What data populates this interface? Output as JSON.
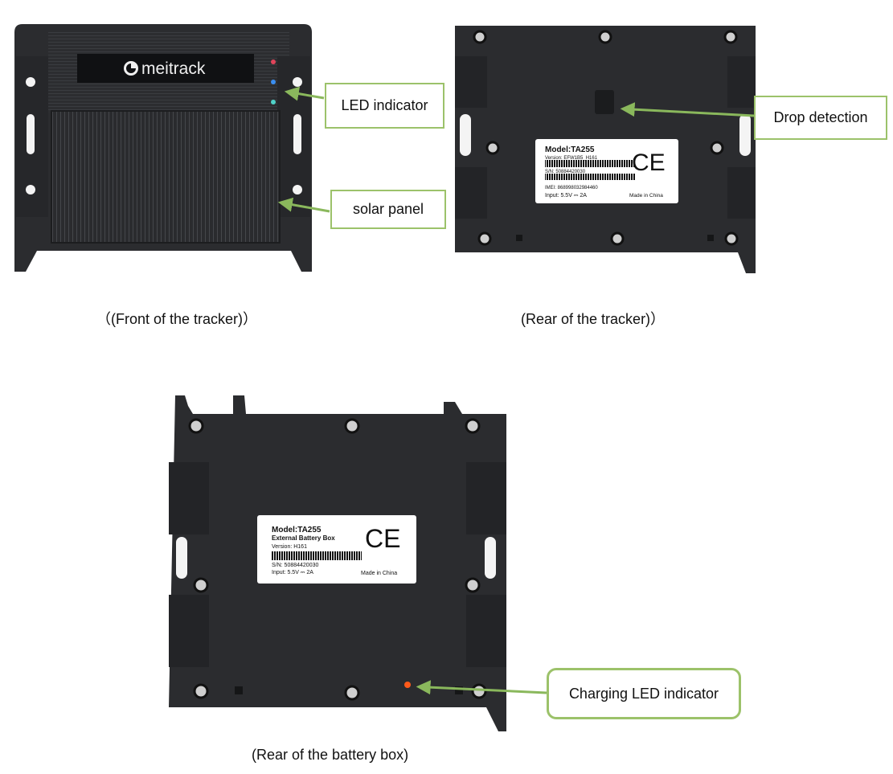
{
  "front": {
    "brand": "meitrack",
    "callouts": {
      "led_indicator": "LED indicator",
      "solar_panel": "solar panel"
    },
    "caption": "（(Front of the tracker)）"
  },
  "rear": {
    "label": {
      "model": "Model:TA255",
      "version": "Version: EFW1B5_H161",
      "sn": "S/N: 50884420030",
      "imei": "IMEI: 868998032984460",
      "input": "Input: 5.5V ⎓ 2A",
      "made_in": "Made in China",
      "ce_mark": "CE"
    },
    "callouts": {
      "drop_detection": "Drop detection"
    },
    "caption": "(Rear of the tracker)）"
  },
  "battery": {
    "label": {
      "model": "Model:TA255",
      "name": "External Battery Box",
      "version": "Version: H161",
      "sn": "S/N: 50884420030",
      "input": "Input: 5.5V ⎓ 2A",
      "made_in": "Made in China",
      "ce_mark": "CE"
    },
    "callouts": {
      "charging_led": "Charging LED indicator"
    },
    "caption": "(Rear of the battery box)"
  },
  "colors": {
    "device_body": "#2b2c2f",
    "device_dark": "#1e1f21",
    "callout_border": "#9cc26a",
    "arrow": "#8ab85c",
    "led_red": "#e0445a",
    "led_blue": "#3a8ef0",
    "led_cyan": "#4fd2c8",
    "charging_led": "#ff5a1a"
  }
}
